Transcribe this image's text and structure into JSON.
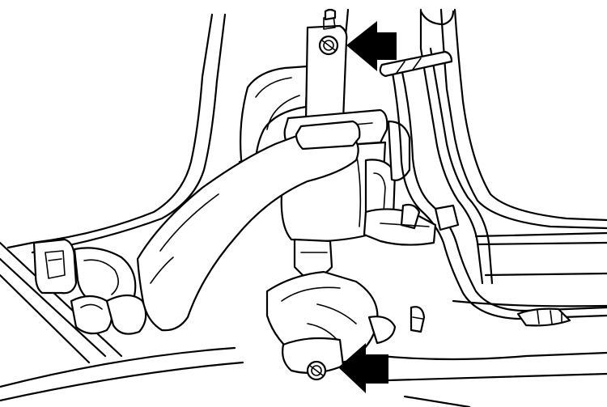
{
  "figure": {
    "subject": "seat-belt-retractor-mounting",
    "line_color": "#000000",
    "background": "#ffffff",
    "callouts": [
      {
        "name": "upper-bolt-arrow",
        "direction": "left",
        "target": "upper-bolt"
      },
      {
        "name": "lower-bolt-arrow",
        "direction": "left",
        "target": "lower-bolt"
      }
    ]
  }
}
